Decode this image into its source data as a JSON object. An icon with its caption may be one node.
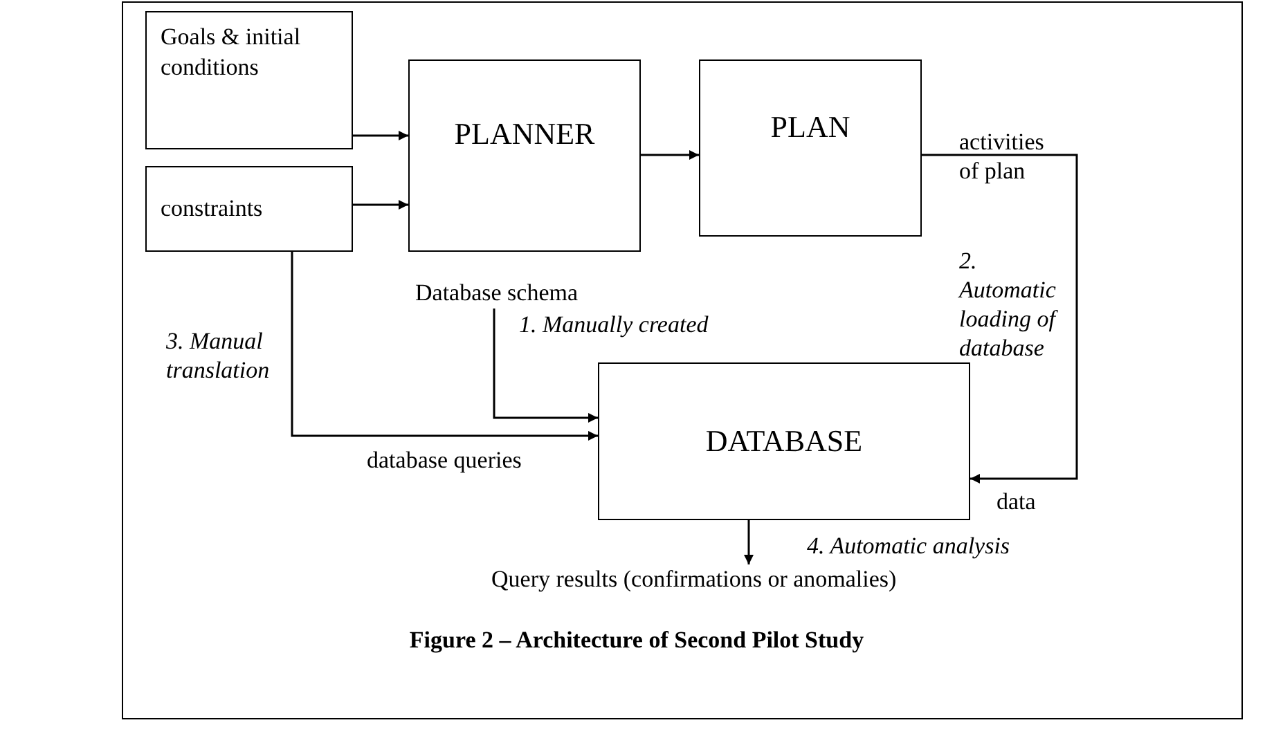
{
  "diagram": {
    "caption": "Figure 2 – Architecture of Second Pilot Study",
    "nodes": [
      {
        "text": [
          "Goals & initial conditions"
        ]
      },
      {
        "text": [
          "constraints"
        ]
      },
      {
        "text": [
          "PLANNER"
        ]
      },
      {
        "text": [
          "PLAN"
        ]
      },
      {
        "text": [
          "DATABASE"
        ]
      },
      {
        "text": [
          "Database schema"
        ]
      },
      {
        "text": [
          "Query results (confirmations or anomalies)"
        ]
      }
    ],
    "edges": [
      {
        "from": 0,
        "to": 2,
        "arrow": "to"
      },
      {
        "from": 1,
        "to": 2,
        "arrow": "to"
      },
      {
        "from": 2,
        "to": 3,
        "arrow": "to"
      },
      {
        "from": 3,
        "to": 4,
        "arrow": "to"
      },
      {
        "from": 1,
        "to": 4,
        "arrow": "to"
      },
      {
        "from": 5,
        "to": 4,
        "arrow": "to"
      },
      {
        "from": 4,
        "to": 6,
        "arrow": "to",
        "label": "4. Automatic analysis"
      }
    ],
    "labels": [
      "activities of plan",
      "2. Automatic loading of database",
      "1. Manually created",
      "3. Manual translation",
      "database queries",
      "data"
    ]
  }
}
